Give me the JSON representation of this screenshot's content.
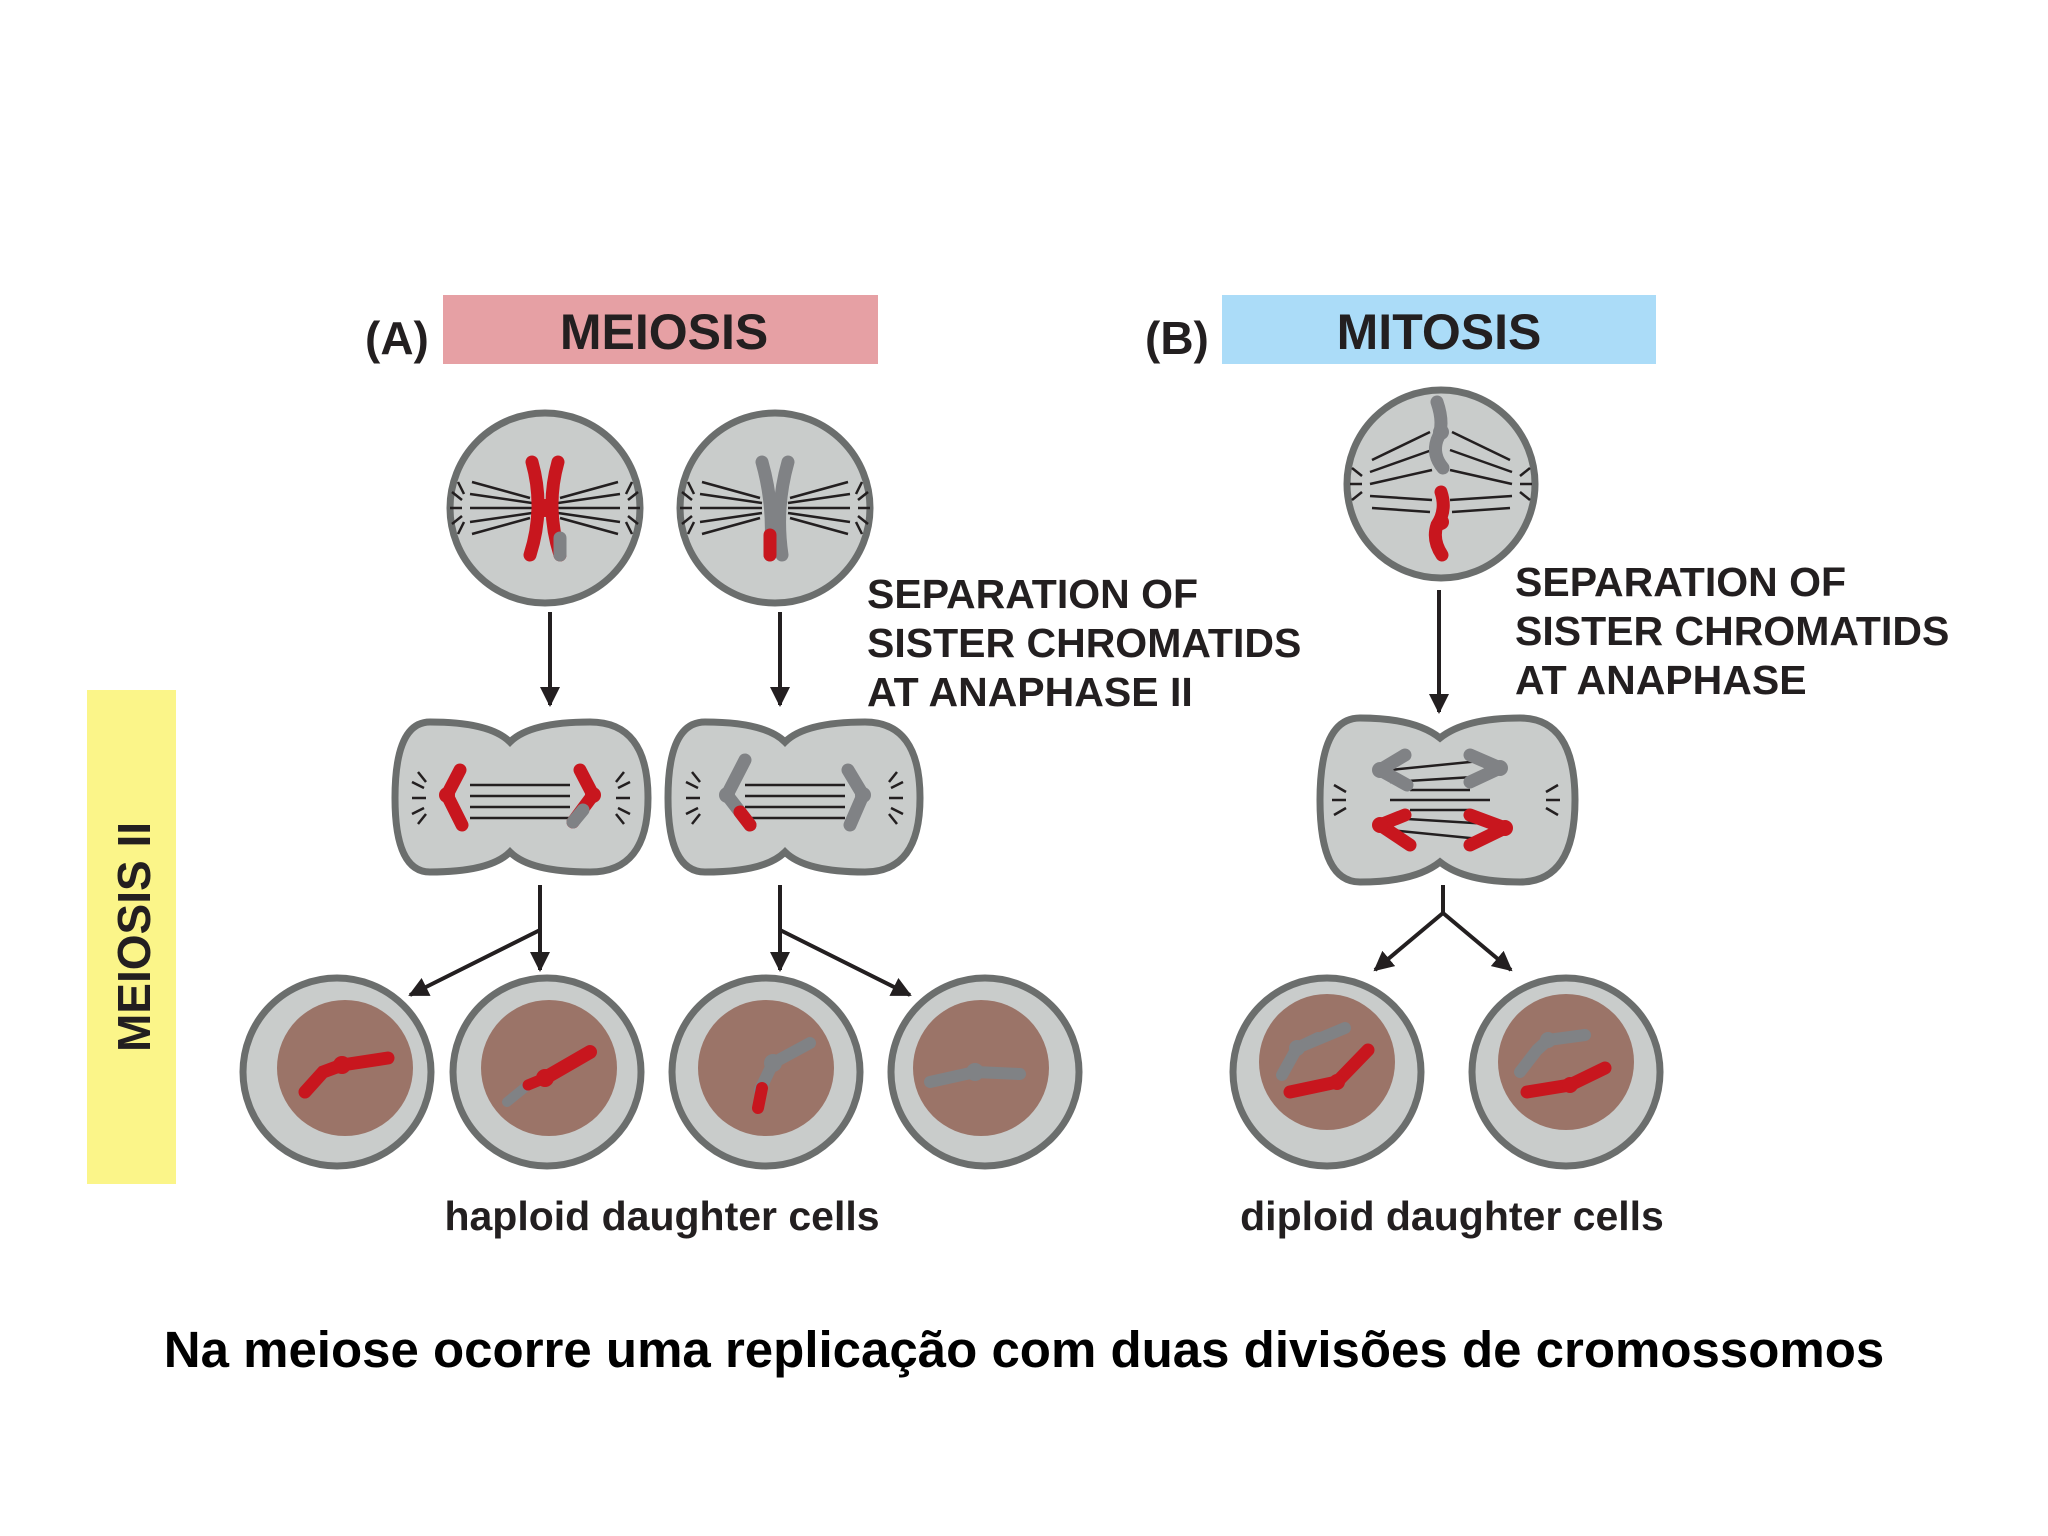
{
  "panel_a": {
    "letter": "(A)",
    "title": "MEIOSIS",
    "note_lines": [
      "SEPARATION OF",
      "SISTER CHROMATIDS",
      "AT ANAPHASE II"
    ],
    "result_label": "haploid daughter cells"
  },
  "panel_b": {
    "letter": "(B)",
    "title": "MITOSIS",
    "note_lines": [
      "SEPARATION OF",
      "SISTER CHROMATIDS",
      "AT ANAPHASE"
    ],
    "result_label": "diploid daughter cells"
  },
  "side_label": "MEIOSIS II",
  "caption": "Na meiose ocorre uma replicação com duas divisões de cromossomos",
  "colors": {
    "meiosis_band": "#e6a0a4",
    "mitosis_band": "#abdcf8",
    "meiosis_ii_band": "#fbf589",
    "cell_fill": "#c9cccb",
    "cell_outline": "#6b6e6d",
    "nucleus": "#9b7468",
    "chromosome_red": "#c8161e",
    "chromosome_gray": "#808285"
  }
}
